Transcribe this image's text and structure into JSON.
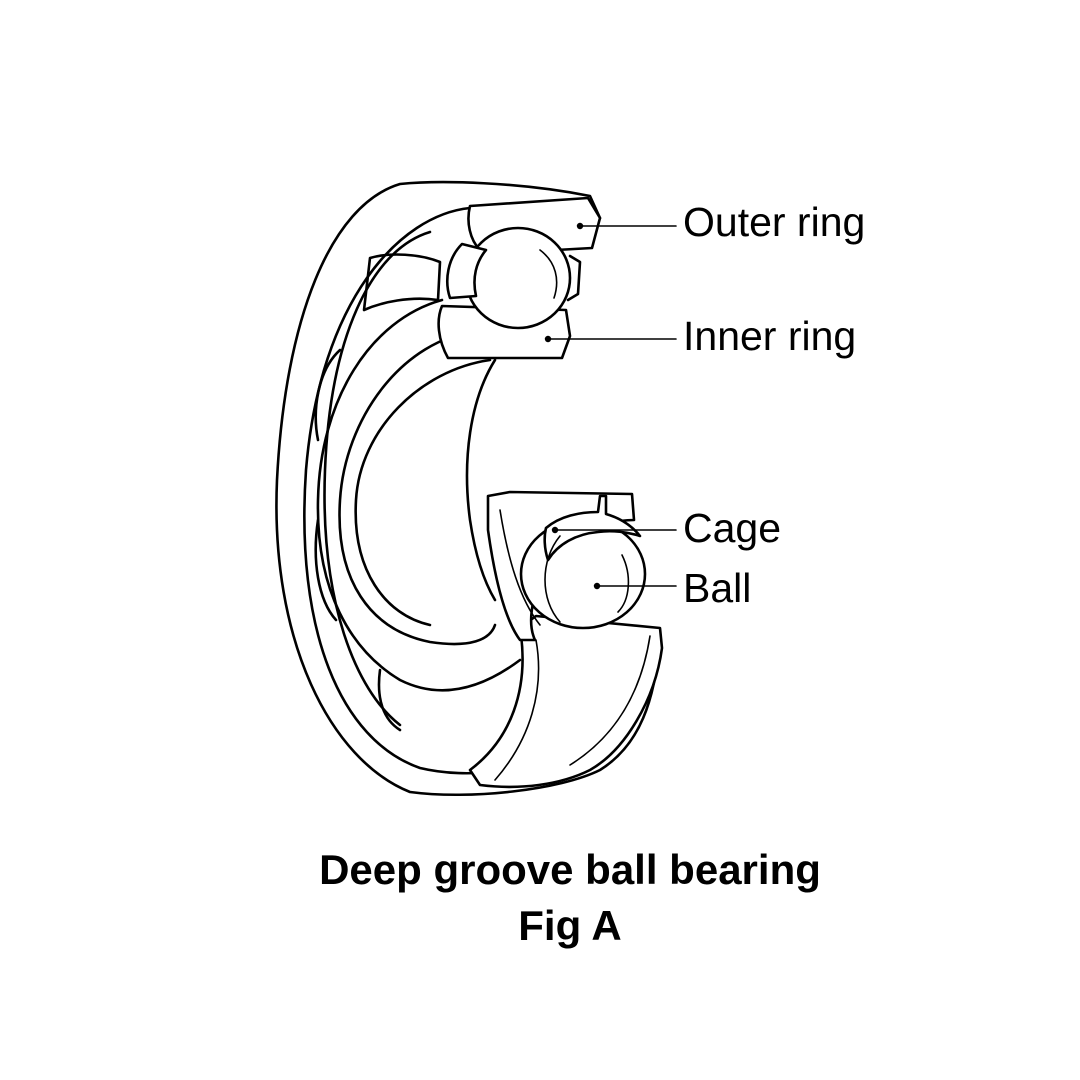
{
  "labels": {
    "outer_ring": "Outer ring",
    "inner_ring": "Inner ring",
    "cage": "Cage",
    "ball": "Ball"
  },
  "caption": {
    "line1": "Deep groove ball bearing",
    "line2": "Fig A"
  },
  "colors": {
    "ink": "#000000",
    "paper": "#ffffff"
  }
}
